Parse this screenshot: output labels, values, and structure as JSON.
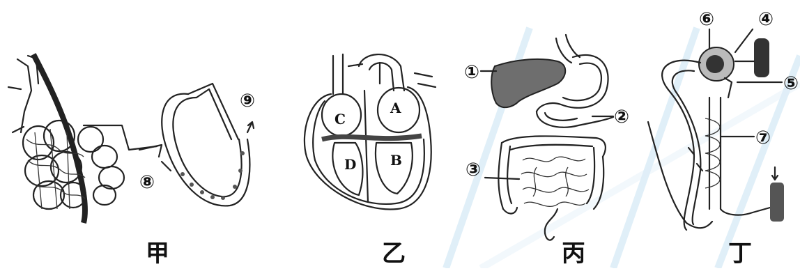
{
  "panels": [
    {
      "id": "jia",
      "caption": "甲"
    },
    {
      "id": "yi",
      "caption": "乙"
    },
    {
      "id": "bing",
      "caption": "丙"
    },
    {
      "id": "ding",
      "caption": "丁"
    }
  ],
  "heart_chambers": {
    "a": "A",
    "b": "B",
    "c": "C",
    "d": "D"
  },
  "callouts": {
    "n1": "①",
    "n2": "②",
    "n3": "③",
    "n4": "④",
    "n5": "⑤",
    "n6": "⑥",
    "n7": "⑦",
    "n8": "⑧",
    "n9": "⑨"
  },
  "colors": {
    "ink": "#222222",
    "organ_fill": "#6e6e6e",
    "watermark": "#d9ecf7"
  }
}
